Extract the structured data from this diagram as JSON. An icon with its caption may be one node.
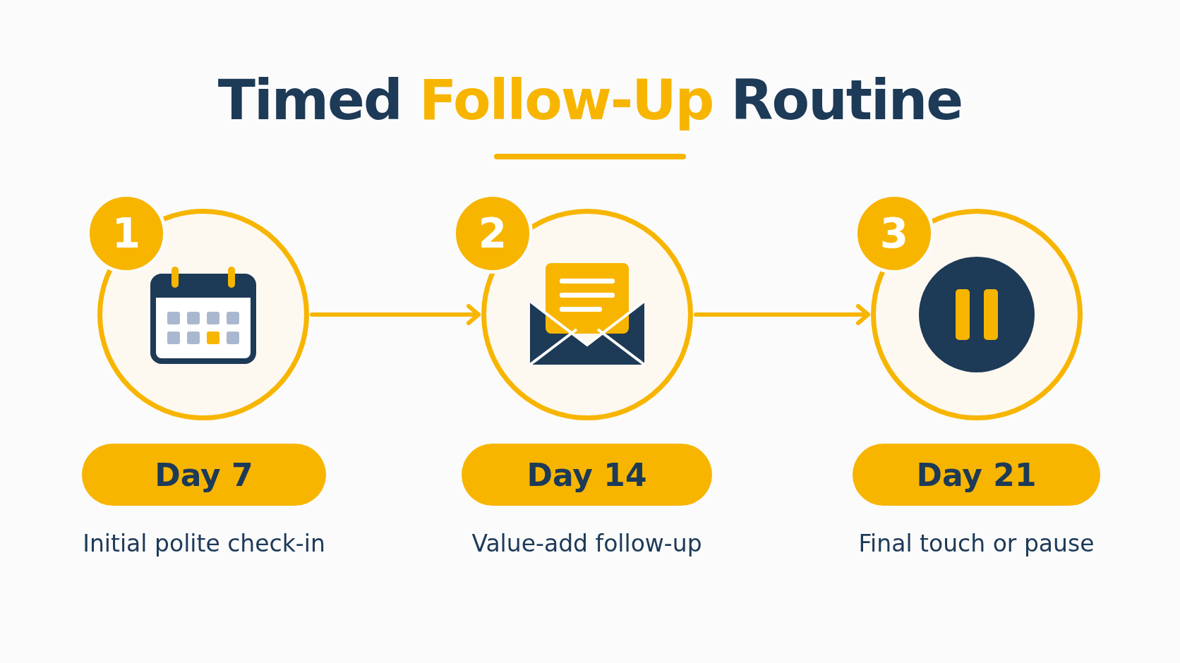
{
  "diagram": {
    "title": "Timed Follow-Up Routine",
    "nodes": [
      {
        "text": [],
        "shape": "circle"
      },
      {
        "text": [
          "1"
        ]
      },
      {
        "text": [
          "Day 7"
        ],
        "beside": [
          "Initial polite check-in"
        ]
      },
      {
        "text": [],
        "shape": "circle"
      },
      {
        "text": [
          "2"
        ]
      },
      {
        "text": [
          "Day 14"
        ],
        "beside": [
          "Value-add follow-up"
        ]
      },
      {
        "text": [],
        "shape": "circle"
      },
      {
        "text": [
          "3"
        ]
      },
      {
        "text": [
          "Day 21"
        ],
        "beside": [
          "Final touch or pause"
        ]
      }
    ],
    "edges": [
      {
        "from": 0,
        "to": 3,
        "arrow": "to"
      },
      {
        "from": 3,
        "to": 6,
        "arrow": "to"
      }
    ]
  }
}
